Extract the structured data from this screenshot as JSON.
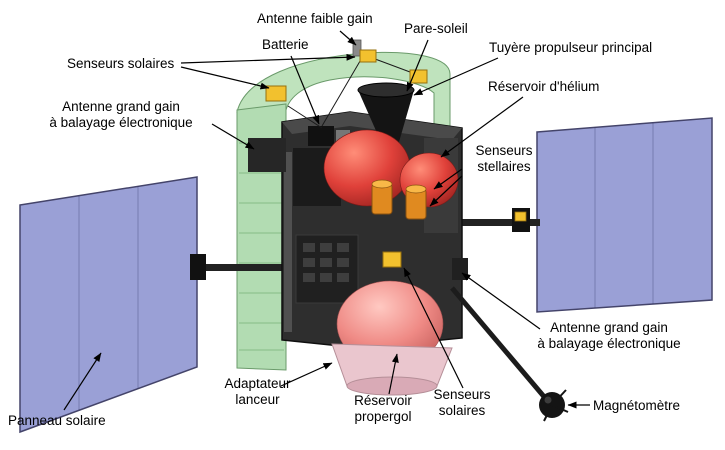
{
  "labels": {
    "antenne_faible_gain": "Antenne faible gain",
    "pare_soleil": "Pare-soleil",
    "batterie": "Batterie",
    "tuyere_propulseur": "Tuyère propulseur principal",
    "senseurs_solaires_haut": "Senseurs solaires",
    "reservoir_helium": "Réservoir d'hélium",
    "antenne_grand_gain_gauche": "Antenne grand gain\nà balayage électronique",
    "senseurs_stellaires": "Senseurs\nstellaires",
    "antenne_grand_gain_droite": "Antenne grand gain\nà balayage électronique",
    "panneau_solaire": "Panneau solaire",
    "adaptateur_lanceur": "Adaptateur\nlanceur",
    "reservoir_propergol": "Réservoir\npropergol",
    "senseurs_solaires_bas": "Senseurs\nsolaires",
    "magnetometre": "Magnétomètre"
  },
  "colors": {
    "solar_panel": "#9aa0d6",
    "sunshield": "#bfe3bd",
    "sunshield_wall": "#b2dcb2",
    "helium_tank": "#e0413a",
    "propellant_tank": "#ef8a85",
    "launcher_adapter": "#eac6ce",
    "sensor_yellow": "#f2c12e",
    "sensor_orange": "#e08a20",
    "body_dark": "#2e2e2e",
    "background": "#ffffff"
  }
}
